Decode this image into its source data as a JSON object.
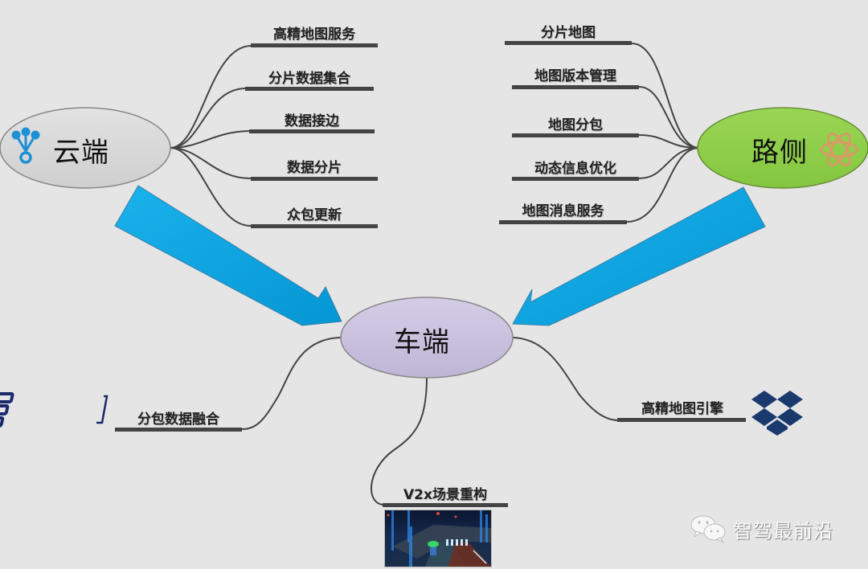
{
  "diagram": {
    "type": "mind-map",
    "background": "#e5e5e5",
    "nodes": {
      "cloud": {
        "label": "云端",
        "fill": "#d6d6d6",
        "icon": "network-tree-icon",
        "icon_color": "#1e90d6"
      },
      "roadside": {
        "label": "路侧",
        "fill": "#8fcf4b",
        "icon": "atom-icon",
        "icon_color": "#e0956a"
      },
      "vehicle": {
        "label": "车端",
        "fill": "#c8c0dc"
      }
    },
    "cloud_branches": [
      "高精地图服务",
      "分片数据集合",
      "数据接边",
      "数据分片",
      "众包更新"
    ],
    "roadside_branches": [
      "分片地图",
      "地图版本管理",
      "地图分包",
      "动态信息优化",
      "地图消息服务"
    ],
    "vehicle_branches": {
      "left": {
        "label": "分包数据融合",
        "icon": "stacked-layers-icon",
        "icon_color": "#1b2a6b"
      },
      "right": {
        "label": "高精地图引擎",
        "icon": "dropbox-box-icon",
        "icon_color": "#1a3a6e"
      },
      "bottom": {
        "label": "V2x场景重构",
        "image": "v2x-scene-thumbnail"
      }
    },
    "arrows": [
      {
        "from": "cloud",
        "to": "vehicle",
        "color": "#0aa2df"
      },
      {
        "from": "roadside",
        "to": "vehicle",
        "color": "#0aa2df"
      }
    ]
  },
  "watermark": {
    "icon": "wechat-icon",
    "text": "智驾最前沿"
  }
}
